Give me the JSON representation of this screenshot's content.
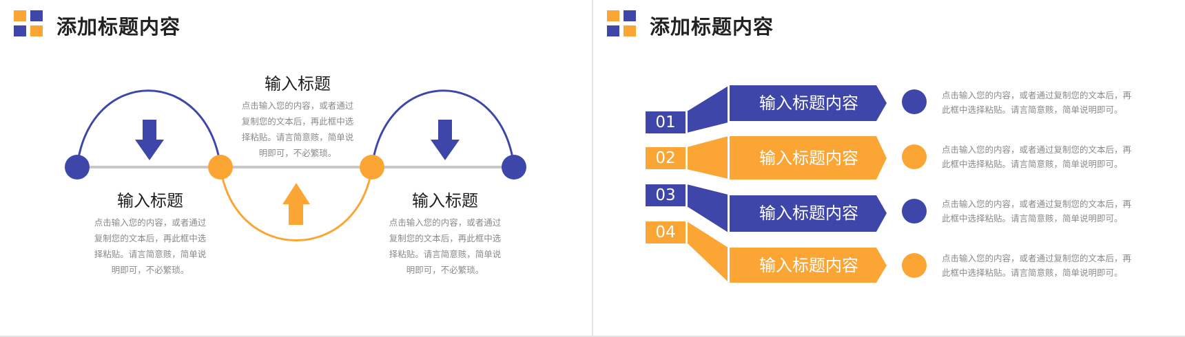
{
  "colors": {
    "blue": "#3f46a9",
    "orange": "#fba535",
    "line_gray": "#c8c8c8",
    "text_dark": "#1e1e1e",
    "text_gray": "#8a8a8a"
  },
  "left_slide": {
    "header_title": "添加标题内容",
    "steps": [
      {
        "title": "输入标题",
        "desc": "点击输入您的内容，或者通过复制您的文本后，再此框中选择粘贴。请言简意赅，简单说明即可，不必繁琐。",
        "node_color": "blue",
        "arrow_icon": "down-arrow-icon"
      },
      {
        "title": "输入标题",
        "desc": "点击输入您的内容，或者通过复制您的文本后，再此框中选择粘贴。请言简意赅，简单说明即可，不必繁琐。",
        "node_color": "orange",
        "arrow_icon": "up-arrow-icon"
      },
      {
        "title": "输入标题",
        "desc": "点击输入您的内容，或者通过复制您的文本后，再此框中选择粘贴。请言简意赅，简单说明即可，不必繁琐。",
        "node_color": "orange",
        "arrow_icon": "down-arrow-icon"
      }
    ]
  },
  "right_slide": {
    "header_title": "添加标题内容",
    "rows": [
      {
        "number": "01",
        "label": "输入标题内容",
        "desc": "点击输入您的内容，或者通过复制您的文本后，再此框中选择粘贴。请言简意赅，简单说明即可。",
        "color": "blue"
      },
      {
        "number": "02",
        "label": "输入标题内容",
        "desc": "点击输入您的内容，或者通过复制您的文本后，再此框中选择粘贴。请言简意赅，简单说明即可。",
        "color": "orange"
      },
      {
        "number": "03",
        "label": "输入标题内容",
        "desc": "点击输入您的内容，或者通过复制您的文本后，再此框中选择粘贴。请言简意赅，简单说明即可。",
        "color": "blue"
      },
      {
        "number": "04",
        "label": "输入标题内容",
        "desc": "点击输入您的内容，或者通过复制您的文本后，再此框中选择粘贴。请言简意赅，简单说明即可。",
        "color": "orange"
      }
    ]
  }
}
